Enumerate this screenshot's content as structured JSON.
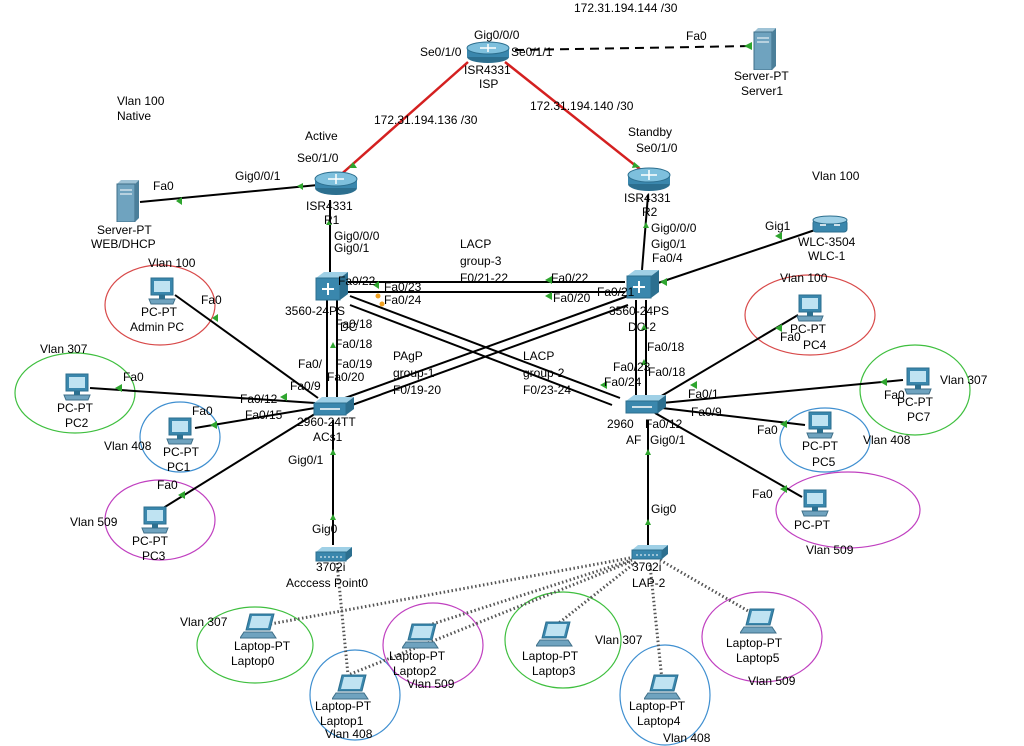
{
  "devices": {
    "isp": {
      "model": "ISR4331",
      "name": "ISP"
    },
    "r1": {
      "model": "ISR4331",
      "name": "R1"
    },
    "r2": {
      "model": "ISR4331",
      "name": "R2"
    },
    "server1": {
      "model": "Server-PT",
      "name": "Server1"
    },
    "web_dhcp": {
      "model": "Server-PT",
      "name": "WEB/DHCP"
    },
    "dc1": {
      "model": "3560-24PS",
      "name": "DC"
    },
    "dc2": {
      "model": "3560-24PS",
      "name": "DC-2"
    },
    "acs1": {
      "model": "2960-24TT",
      "name": "ACs1"
    },
    "acs2": {
      "model": "2960",
      "name": "AF"
    },
    "wlc": {
      "model": "WLC-3504",
      "name": "WLC-1"
    },
    "ap0": {
      "model": "3702i",
      "name": "Acccess Point0"
    },
    "lap2": {
      "model": "3702i",
      "name": "LAP-2"
    },
    "admin_pc": {
      "model": "PC-PT",
      "name": "Admin PC"
    },
    "pc1": {
      "model": "PC-PT",
      "name": "PC1"
    },
    "pc2": {
      "model": "PC-PT",
      "name": "PC2"
    },
    "pc3": {
      "model": "PC-PT",
      "name": "PC3"
    },
    "pc4": {
      "model": "PC-PT",
      "name": "PC4"
    },
    "pc5": {
      "model": "PC-PT",
      "name": "PC5"
    },
    "pc6": {
      "model": "PC-PT",
      "name": ""
    },
    "pc7": {
      "model": "PC-PT",
      "name": "PC7"
    },
    "laptop0": {
      "model": "Laptop-PT",
      "name": "Laptop0"
    },
    "laptop1": {
      "model": "Laptop-PT",
      "name": "Laptop1"
    },
    "laptop2": {
      "model": "Laptop-PT",
      "name": "Laptop2"
    },
    "laptop3": {
      "model": "Laptop-PT",
      "name": "Laptop3"
    },
    "laptop4": {
      "model": "Laptop-PT",
      "name": "Laptop4"
    },
    "laptop5": {
      "model": "Laptop-PT",
      "name": "Laptop5"
    }
  },
  "notes": {
    "vlan100_native": "Vlan 100",
    "native": "Native",
    "vlan100_right": "Vlan 100",
    "active": "Active",
    "standby": "Standby",
    "lacp3_title": "LACP",
    "lacp3_group": "group-3",
    "lacp3_ports": "F0/21-22",
    "pagp_title": "PAgP",
    "pagp_group": "group-1",
    "pagp_ports": "F0/19-20",
    "lacp2_title": "LACP",
    "lacp2_group": "group-2",
    "lacp2_ports": "F0/23-24"
  },
  "subnets": {
    "isp_server": "172.31.194.144 /30",
    "isp_r1": "172.31.194.136 /30",
    "isp_r2": "172.31.194.140 /30"
  },
  "vlan_labels": {
    "admin": "Vlan 100",
    "pc2": "Vlan 307",
    "pc1": "Vlan 408",
    "pc3": "Vlan 509",
    "pc4": "Vlan 100",
    "pc7": "Vlan 307",
    "pc5": "Vlan 408",
    "pc6": "Vlan 509",
    "laptop0": "Vlan 307",
    "laptop1": "Vlan 408",
    "laptop2": "Vlan 509",
    "laptop3": "Vlan 307",
    "laptop4": "Vlan 408",
    "laptop5": "Vlan 509"
  },
  "ports": {
    "isp_gig": "Gig0/0/0",
    "isp_se0": "Se0/1/0",
    "isp_se1": "Se0/1/1",
    "server1_fa0": "Fa0",
    "r1_se": "Se0/1/0",
    "r1_gig1": "Gig0/0/1",
    "web_fa0": "Fa0",
    "r1_gig0": "Gig0/0/0",
    "r2_se": "Se0/1/0",
    "r2_gig0": "Gig0/0/0",
    "dc1_gig01": "Gig0/1",
    "dc1_fa22": "Fa0/22",
    "dc1_fa23": "Fa0/23",
    "dc1_fa24": "Fa0/24",
    "dc1_fa18": "Fa0/18",
    "dc1_fa18b": "Fa0/18",
    "dc1_fa19": "Fa0/19",
    "dc2_fa22": "Fa0/22",
    "dc2_fa20": "Fa0/20",
    "dc2_fa21": "Fa0/21",
    "dc2_fa4": "Fa0/4",
    "dc2_gig01": "Gig0/1",
    "dc2_fa18": "Fa0/18",
    "wlc_gig1": "Gig1",
    "acs1_fa_top": "Fa0/",
    "acs1_fa9": "Fa0/9",
    "acs1_fa20": "Fa0/20",
    "acs1_fa12": "Fa0/12",
    "acs1_fa15": "Fa0/15",
    "acs1_gig01": "Gig0/1",
    "acs2_fa23": "Fa0/23",
    "acs2_fa24": "Fa0/24",
    "acs2_fa18": "Fa0/18",
    "acs2_fa1": "Fa0/1",
    "acs2_fa9": "Fa0/9",
    "acs2_fa12": "Fa0/12",
    "acs2_gig01": "Gig0/1",
    "ap0_gig0": "Gig0",
    "lap2_gig0": "Gig0",
    "admin_fa0": "Fa0",
    "pc2_fa0": "Fa0",
    "pc1_fa0": "Fa0",
    "pc3_fa0": "Fa0",
    "pc4_fa0": "Fa0",
    "pc7_fa0": "Fa0",
    "pc5_fa0": "Fa0",
    "pc6_fa0": "Fa0"
  },
  "colors": {
    "serial_link": "#d42020",
    "ethernet_link": "#000000",
    "port_up": "#2fa52f",
    "port_blocked": "#f0a020",
    "vlan100": "#d84a4a",
    "vlan307": "#3fbf3f",
    "vlan408": "#3f8fd0",
    "vlan509": "#c040c0"
  }
}
